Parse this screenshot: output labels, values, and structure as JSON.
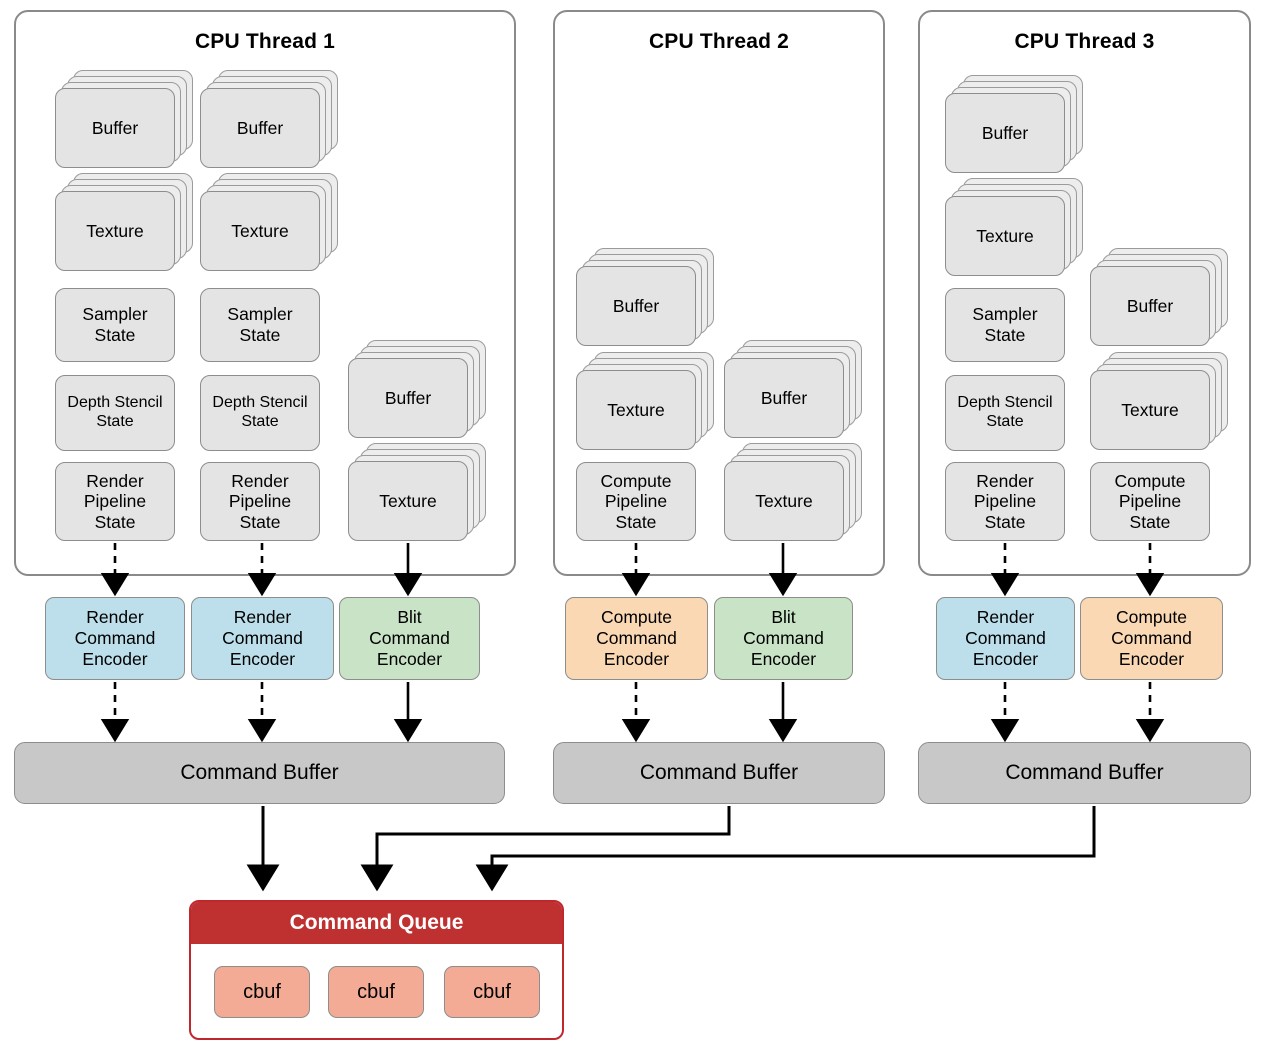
{
  "diagram": {
    "title_visible": false,
    "colors": {
      "render_encoder": "#bcdfeb",
      "compute_encoder": "#fad8b4",
      "blit_encoder": "#c8e3c5",
      "command_buffer": "#c8c8c8",
      "queue_header": "#bf3030",
      "queue_border": "#c0272d",
      "cbuf": "#f3ab96",
      "resource_card": "#e4e4e4",
      "card_border": "#8d8d8d",
      "thread_border": "#8a8a8a"
    }
  },
  "threads": [
    {
      "title": "CPU Thread 1",
      "columns": [
        {
          "cards": [
            {
              "label": "Buffer",
              "stacked": true
            },
            {
              "label": "Texture",
              "stacked": true
            },
            {
              "label": "Sampler\nState",
              "stacked": false
            },
            {
              "label": "Depth Stencil\nState",
              "stacked": false
            },
            {
              "label": "Render\nPipeline\nState",
              "stacked": false
            }
          ]
        },
        {
          "cards": [
            {
              "label": "Buffer",
              "stacked": true
            },
            {
              "label": "Texture",
              "stacked": true
            },
            {
              "label": "Sampler\nState",
              "stacked": false
            },
            {
              "label": "Depth Stencil\nState",
              "stacked": false
            },
            {
              "label": "Render\nPipeline\nState",
              "stacked": false
            }
          ]
        },
        {
          "cards": [
            {
              "label": "Buffer",
              "stacked": true
            },
            {
              "label": "Texture",
              "stacked": true
            }
          ]
        }
      ],
      "encoders": [
        {
          "label": "Render\nCommand\nEncoder",
          "kind": "render",
          "arrow": "dashed"
        },
        {
          "label": "Render\nCommand\nEncoder",
          "kind": "render",
          "arrow": "dashed"
        },
        {
          "label": "Blit\nCommand\nEncoder",
          "kind": "blit",
          "arrow": "solid"
        }
      ],
      "command_buffer": "Command Buffer"
    },
    {
      "title": "CPU Thread 2",
      "columns": [
        {
          "cards": [
            {
              "label": "Buffer",
              "stacked": true
            },
            {
              "label": "Texture",
              "stacked": true
            },
            {
              "label": "Compute\nPipeline\nState",
              "stacked": false
            }
          ]
        },
        {
          "cards": [
            {
              "label": "Buffer",
              "stacked": true
            },
            {
              "label": "Texture",
              "stacked": true
            }
          ]
        }
      ],
      "encoders": [
        {
          "label": "Compute\nCommand\nEncoder",
          "kind": "compute",
          "arrow": "dashed"
        },
        {
          "label": "Blit\nCommand\nEncoder",
          "kind": "blit",
          "arrow": "solid"
        }
      ],
      "command_buffer": "Command Buffer"
    },
    {
      "title": "CPU Thread 3",
      "columns": [
        {
          "cards": [
            {
              "label": "Buffer",
              "stacked": true
            },
            {
              "label": "Texture",
              "stacked": true
            },
            {
              "label": "Sampler\nState",
              "stacked": false
            },
            {
              "label": "Depth Stencil\nState",
              "stacked": false
            },
            {
              "label": "Render\nPipeline\nState",
              "stacked": false
            }
          ]
        },
        {
          "cards": [
            {
              "label": "Buffer",
              "stacked": true
            },
            {
              "label": "Texture",
              "stacked": true
            },
            {
              "label": "Compute\nPipeline\nState",
              "stacked": false
            }
          ]
        }
      ],
      "encoders": [
        {
          "label": "Render\nCommand\nEncoder",
          "kind": "render",
          "arrow": "dashed"
        },
        {
          "label": "Compute\nCommand\nEncoder",
          "kind": "compute",
          "arrow": "dashed"
        }
      ],
      "command_buffer": "Command Buffer"
    }
  ],
  "queue": {
    "title": "Command Queue",
    "items": [
      "cbuf",
      "cbuf",
      "cbuf"
    ]
  }
}
